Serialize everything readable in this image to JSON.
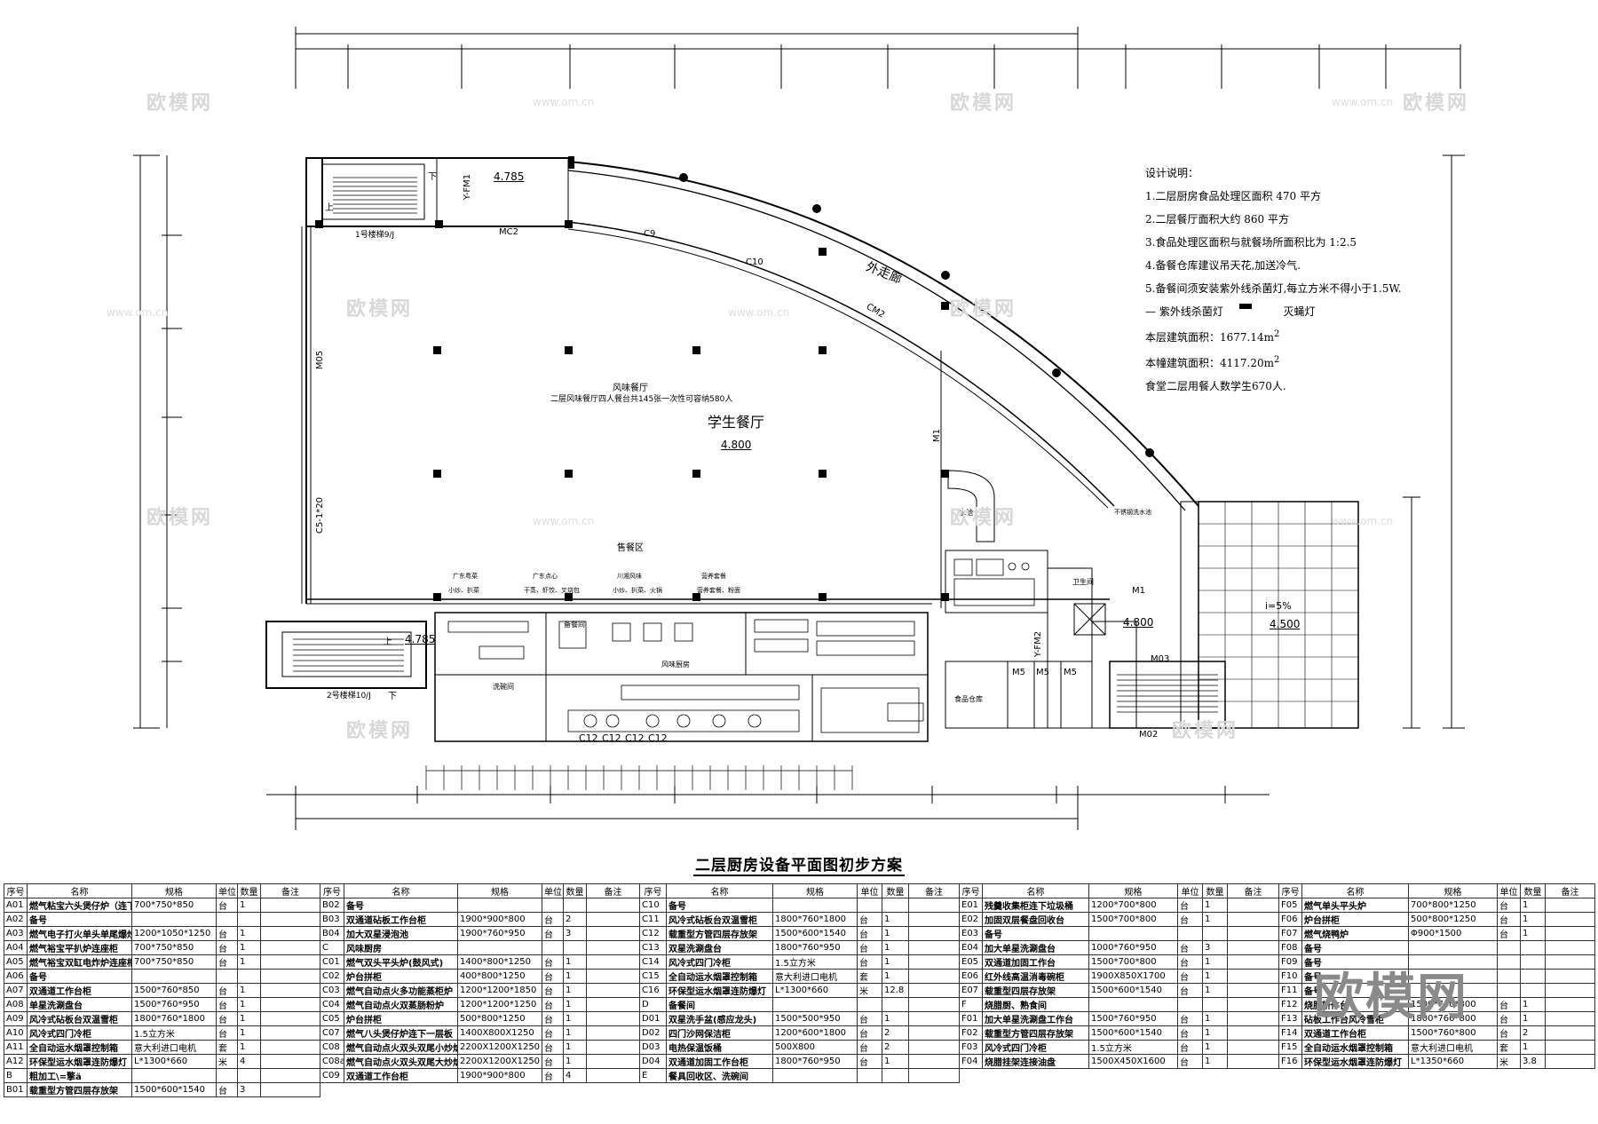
{
  "plan": {
    "title": "二层厨房设备平面图初步方案",
    "rooms": {
      "student_hall": "学生餐厅",
      "flavor_hall": "风味餐厅",
      "flavor_note": "二层风味餐厅四人餐台共145张一次性可容纳580人",
      "outer_corridor": "外走廊",
      "serving_zone": "售餐区",
      "flavor_kitchen": "风味厨房",
      "prep_room": "备餐间",
      "dish_room": "洗碗间",
      "food_store": "食品仓库",
      "restroom": "卫生间",
      "water_pool": "水池",
      "stair1": "1号楼梯9/J",
      "stair2": "2号楼梯10/J",
      "stainless_sink": "不锈钢洗水池"
    },
    "serving_labels": [
      "广东粤菜",
      "广东点心",
      "川湘风味",
      "营养套餐"
    ],
    "serving_sub": [
      "小炒、扒菜",
      "干蒸、虾饺、叉烧包",
      "小炒、扒菜、火锅",
      "营养套餐、粉面"
    ],
    "levels": [
      "4.785",
      "4.800",
      "4.785",
      "4.800",
      "4.500"
    ],
    "slope": "i=5%",
    "doors": [
      "Y-FM1",
      "MC2",
      "C9",
      "C10",
      "CM2",
      "M1",
      "M05",
      "C5-1*20",
      "M1",
      "M03",
      "M02",
      "M5",
      "M5",
      "M5",
      "Y-FM2"
    ],
    "c12_labels": [
      "C12",
      "C12",
      "C12",
      "C12"
    ],
    "stair_labels": [
      "上",
      "下",
      "上",
      "下"
    ]
  },
  "notes": {
    "heading": "设计说明：",
    "items": [
      "1.二层厨房食品处理区面积 470 平方",
      "2.二层餐厅面积大约 860 平方",
      "3.食品处理区面积与就餐场所面积比为 1:2.5",
      "4.备餐仓库建议吊天花,加送冷气.",
      "5.备餐间须安装紫外线杀菌灯,每立方米不得小于1.5W."
    ],
    "legend_uv": "— 紫外线杀菌灯",
    "legend_fly": "灭蝇灯",
    "floor_area": "本层建筑面积：1677.14m",
    "building_area": "本幢建筑面积：4117.20m",
    "sup": "2",
    "diners": "食堂二层用餐人数学生670人."
  },
  "table_headers": [
    "序号",
    "名称",
    "规格",
    "单位",
    "数量",
    "备注"
  ],
  "tables": [
    [
      [
        "A01",
        "燃气粘宝六头煲仔炉（连下橱炉）",
        "700*750*850",
        "台",
        "1",
        ""
      ],
      [
        "A02",
        "备号",
        "",
        "",
        "",
        ""
      ],
      [
        "A03",
        "燃气电子打火单头单尾爆炒炉",
        "1200*1050*1250",
        "台",
        "1",
        ""
      ],
      [
        "A04",
        "燃气裕宝平扒炉连座柜",
        "700*750*850",
        "台",
        "1",
        ""
      ],
      [
        "A05",
        "燃气裕宝双缸电炸炉连座柜",
        "700*750*850",
        "台",
        "1",
        ""
      ],
      [
        "A06",
        "备号",
        "",
        "",
        "",
        ""
      ],
      [
        "A07",
        "双通道工作台柜",
        "1500*760*850",
        "台",
        "1",
        ""
      ],
      [
        "A08",
        "单星洗涮盘台",
        "1500*760*950",
        "台",
        "1",
        ""
      ],
      [
        "A09",
        "风冷式砧板台双温雪柜",
        "1800*760*1800",
        "台",
        "1",
        ""
      ],
      [
        "A10",
        "风冷式四门冷柜",
        "1.5立方米",
        "台",
        "1",
        ""
      ],
      [
        "A11",
        "全自动运水烟罩控制箱",
        "意大利进口电机",
        "套",
        "1",
        ""
      ],
      [
        "A12",
        "环保型运水烟罩连防爆灯",
        "L*1300*660",
        "米",
        "4",
        ""
      ],
      [
        "B",
        "粗加工\\=擎ä",
        "",
        "",
        "",
        ""
      ],
      [
        "B01",
        "载重型方管四层存放架",
        "1500*600*1540",
        "台",
        "3",
        ""
      ]
    ],
    [
      [
        "B02",
        "备号",
        "",
        "",
        "",
        ""
      ],
      [
        "B03",
        "双通道砧板工作台柜",
        "1900*900*800",
        "台",
        "2",
        ""
      ],
      [
        "B04",
        "加大双星浸泡池",
        "1900*760*950",
        "台",
        "3",
        ""
      ],
      [
        "C",
        "风味厨房",
        "",
        "",
        "",
        ""
      ],
      [
        "C01",
        "燃气双头平头炉(鼓风式)",
        "1400*800*1250",
        "台",
        "1",
        ""
      ],
      [
        "C02",
        "炉台拼柜",
        "400*800*1250",
        "台",
        "1",
        ""
      ],
      [
        "C03",
        "燃气自动点火多功能蒸柜炉",
        "1200*1200*1850",
        "台",
        "1",
        ""
      ],
      [
        "C04",
        "燃气自动点火双蒸肠粉炉",
        "1200*1200*1250",
        "台",
        "1",
        ""
      ],
      [
        "C05",
        "炉台拼柜",
        "500*800*1250",
        "台",
        "1",
        ""
      ],
      [
        "C07",
        "燃气八头煲仔炉连下一层板",
        "1400X800X1250",
        "台",
        "1",
        ""
      ],
      [
        "C08",
        "燃气自动点火双头双尾小炒炉",
        "2200X1200X1250",
        "台",
        "1",
        ""
      ],
      [
        "C08a",
        "燃气自动点火双头双尾大炒炉",
        "2200X1200X1250",
        "台",
        "1",
        ""
      ],
      [
        "C09",
        "双通道工作台柜",
        "1900*900*800",
        "台",
        "4",
        ""
      ]
    ],
    [
      [
        "C10",
        "备号",
        "",
        "",
        "",
        ""
      ],
      [
        "C11",
        "风冷式砧板台双温雪柜",
        "1800*760*1800",
        "台",
        "1",
        ""
      ],
      [
        "C12",
        "载重型方管四层存放架",
        "1500*600*1540",
        "台",
        "1",
        ""
      ],
      [
        "C13",
        "双星洗涮盘台",
        "1800*760*950",
        "台",
        "1",
        ""
      ],
      [
        "C14",
        "风冷式四门冷柜",
        "1.5立方米",
        "台",
        "1",
        ""
      ],
      [
        "C15",
        "全自动运水烟罩控制箱",
        "意大利进口电机",
        "套",
        "1",
        ""
      ],
      [
        "C16",
        "环保型运水烟罩连防爆灯",
        "L*1300*660",
        "米",
        "12.8",
        ""
      ],
      [
        "D",
        "备餐间",
        "",
        "",
        "",
        ""
      ],
      [
        "D01",
        "双星洗手盆(感应龙头)",
        "1500*500*950",
        "台",
        "1",
        ""
      ],
      [
        "D02",
        "四门沙网保洁柜",
        "1200*600*1800",
        "台",
        "2",
        ""
      ],
      [
        "D03",
        "电热保温饭桶",
        "500X800",
        "台",
        "2",
        ""
      ],
      [
        "D04",
        "双通道加固工作台柜",
        "1800*760*950",
        "台",
        "1",
        ""
      ],
      [
        "E",
        "餐具回收区、洗碗间",
        "",
        "",
        "",
        ""
      ]
    ],
    [
      [
        "E01",
        "残羹收集柜连下垃圾桶",
        "1200*700*800",
        "台",
        "1",
        ""
      ],
      [
        "E02",
        "加固双层餐盘回收台",
        "1500*700*800",
        "台",
        "1",
        ""
      ],
      [
        "E03",
        "备号",
        "",
        "",
        "",
        ""
      ],
      [
        "E04",
        "加大单星洗涮盘台",
        "1000*760*950",
        "台",
        "3",
        ""
      ],
      [
        "E05",
        "双通道加固工作台",
        "1500*700*800",
        "台",
        "1",
        ""
      ],
      [
        "E06",
        "红外线高温消毒碗柜",
        "1900X850X1700",
        "台",
        "1",
        ""
      ],
      [
        "E07",
        "载重型四层存放架",
        "1500*600*1540",
        "台",
        "1",
        ""
      ],
      [
        "F",
        "烧腊厨、熟食间",
        "",
        "",
        "",
        ""
      ],
      [
        "F01",
        "加大单星洗涮盘工作台",
        "1500*760*950",
        "台",
        "1",
        ""
      ],
      [
        "F02",
        "载重型方管四层存放架",
        "1500*600*1540",
        "台",
        "1",
        ""
      ],
      [
        "F03",
        "风冷式四门冷柜",
        "1.5立方米",
        "台",
        "1",
        ""
      ],
      [
        "F04",
        "烧腊挂架连接油盘",
        "1500X450X1600",
        "台",
        "1",
        ""
      ]
    ],
    [
      [
        "F05",
        "燃气单头平头炉",
        "700*800*1250",
        "台",
        "1",
        ""
      ],
      [
        "F06",
        "炉台拼柜",
        "500*800*1250",
        "台",
        "1",
        ""
      ],
      [
        "F07",
        "燃气烧鸭炉",
        "Φ900*1500",
        "台",
        "1",
        ""
      ],
      [
        "F08",
        "备号",
        "",
        "",
        "",
        ""
      ],
      [
        "F09",
        "备号",
        "",
        "",
        "",
        ""
      ],
      [
        "F10",
        "备号",
        "",
        "",
        "",
        ""
      ],
      [
        "F11",
        "备号",
        "",
        "",
        "",
        ""
      ],
      [
        "F12",
        "烧腊斩件台",
        "1500*760*800",
        "台",
        "1",
        ""
      ],
      [
        "F13",
        "砧板工作台风冷雪柜",
        "1800*760*800",
        "台",
        "1",
        ""
      ],
      [
        "F14",
        "双通道工作台柜",
        "1500*760*800",
        "台",
        "2",
        ""
      ],
      [
        "F15",
        "全自动运水烟罩控制箱",
        "意大利进口电机",
        "套",
        "1",
        ""
      ],
      [
        "F16",
        "环保型运水烟罩连防爆灯",
        "L*1350*660",
        "米",
        "3.8",
        ""
      ]
    ]
  ],
  "watermark": "欧模网",
  "watermark_url": "www.om.cn"
}
